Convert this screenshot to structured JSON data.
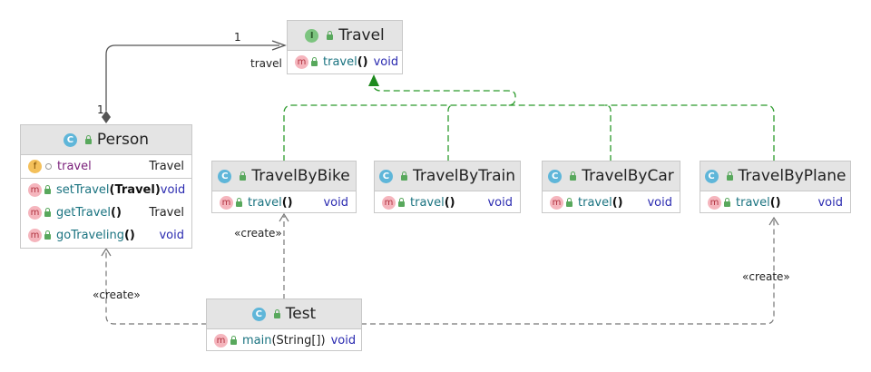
{
  "classes": {
    "travel": {
      "badge": "I",
      "name": "Travel",
      "method": "travel",
      "parens": "()",
      "type": "void"
    },
    "person": {
      "badge": "C",
      "name": "Person",
      "field": {
        "badge": "f",
        "name": "travel",
        "type": "Travel"
      },
      "methods": [
        {
          "name": "setTravel",
          "args": "(Travel)",
          "type": "void"
        },
        {
          "name": "getTravel",
          "args": "()",
          "type": "Travel"
        },
        {
          "name": "goTraveling",
          "args": "()",
          "type": "void"
        }
      ]
    },
    "bike": {
      "badge": "C",
      "name": "TravelByBike",
      "method": "travel",
      "parens": "()",
      "type": "void"
    },
    "train": {
      "badge": "C",
      "name": "TravelByTrain",
      "method": "travel",
      "parens": "()",
      "type": "void"
    },
    "car": {
      "badge": "C",
      "name": "TravelByCar",
      "method": "travel",
      "parens": "()",
      "type": "void"
    },
    "plane": {
      "badge": "C",
      "name": "TravelByPlane",
      "method": "travel",
      "parens": "()",
      "type": "void"
    },
    "test": {
      "badge": "C",
      "name": "Test",
      "method": "main",
      "args": "(String[])",
      "type": "void"
    }
  },
  "method_badge": "m",
  "association": {
    "multiplicity_target": "1",
    "role": "travel",
    "multiplicity_source": "1"
  },
  "create_labels": {
    "bike": "«create»",
    "person": "«create»",
    "plane": "«create»"
  },
  "colors": {
    "realization": "#2b9a2b",
    "dependency": "#777777",
    "association": "#555555"
  }
}
